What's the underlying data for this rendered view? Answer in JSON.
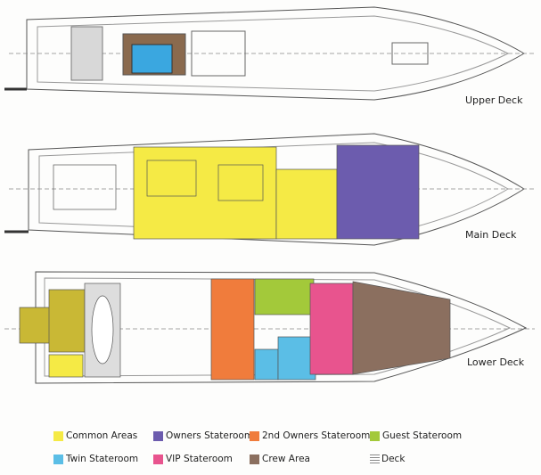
{
  "decks": [
    {
      "label": "Upper Deck"
    },
    {
      "label": "Main Deck"
    },
    {
      "label": "Lower Deck"
    }
  ],
  "legend": [
    {
      "label": "Common Areas",
      "color": "#f5ea45"
    },
    {
      "label": "Owners Stateroom",
      "color": "#6c5cae"
    },
    {
      "label": "2nd Owners Stateroom",
      "color": "#f07c3c"
    },
    {
      "label": "Guest Stateroom",
      "color": "#a3c93a"
    },
    {
      "label": "Twin Stateroom",
      "color": "#5bbee6"
    },
    {
      "label": "VIP Stateroom",
      "color": "#e8548e"
    },
    {
      "label": "Crew Area",
      "color": "#8b6f5f"
    },
    {
      "label": "Deck",
      "color": "#888888"
    }
  ]
}
